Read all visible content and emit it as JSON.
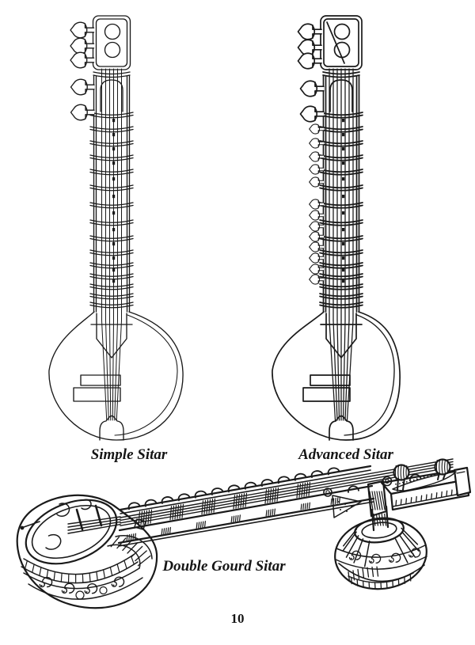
{
  "page": {
    "number": "10",
    "paper_color": "#ffffff",
    "ink_color": "#1a1a1a"
  },
  "figures": [
    {
      "id": "simple-sitar",
      "caption": "Simple Sitar",
      "type": "ink-line-drawing",
      "description": "Vertical front view of a sitar with rectangular headstock, five large tuning pegs, fretted neck and single round gourd body"
    },
    {
      "id": "advanced-sitar",
      "caption": "Advanced Sitar",
      "type": "ink-line-drawing",
      "description": "Vertical front view of a sitar with five large pegs plus thirteen small sympathetic-string pegs along the neck and single gourd body"
    },
    {
      "id": "double-gourd-sitar",
      "caption": "Double Gourd Sitar",
      "type": "ink-line-drawing",
      "description": "Three-quarter view of an ornately decorated sitar lying diagonally, with a large carved gourd at the left end and a second smaller gourd beneath the pegbox at the right end"
    }
  ]
}
